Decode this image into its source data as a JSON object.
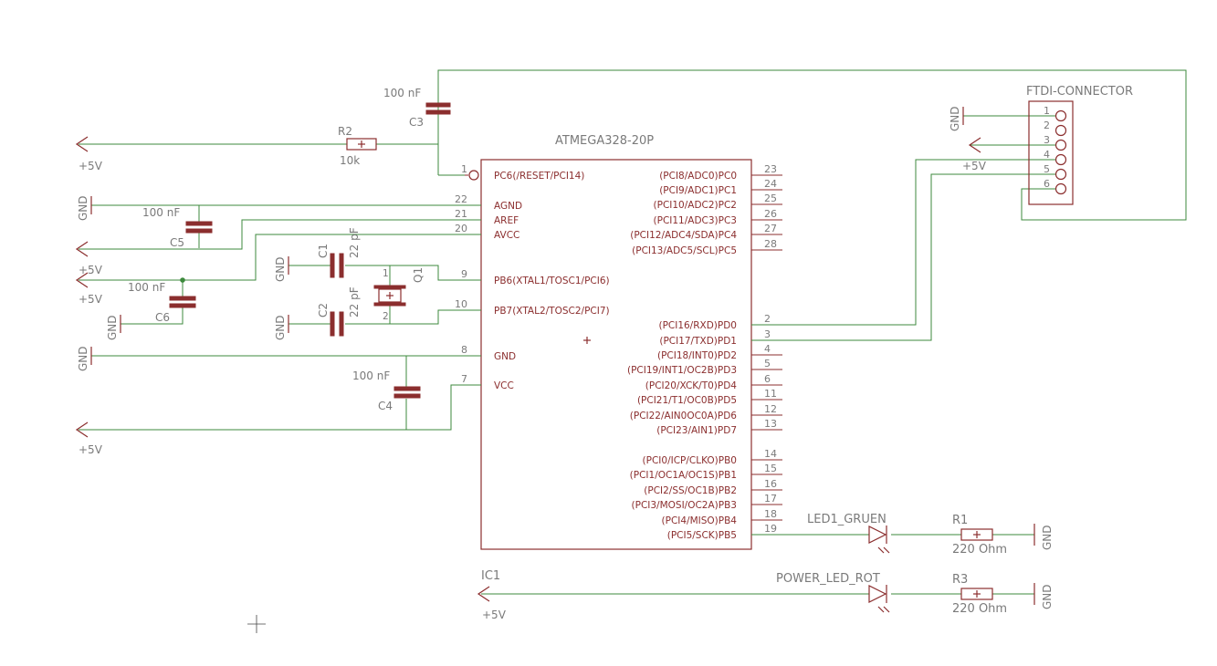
{
  "ic": {
    "part": "ATMEGA328-20P",
    "name": "IC1",
    "left_pins": [
      {
        "num": "1",
        "name": "PC6(/RESET/PCI14)"
      },
      {
        "num": "22",
        "name": "AGND"
      },
      {
        "num": "21",
        "name": "AREF"
      },
      {
        "num": "20",
        "name": "AVCC"
      },
      {
        "num": "9",
        "name": "PB6(XTAL1/TOSC1/PCI6)"
      },
      {
        "num": "10",
        "name": "PB7(XTAL2/TOSC2/PCI7)"
      },
      {
        "num": "8",
        "name": "GND"
      },
      {
        "num": "7",
        "name": "VCC"
      }
    ],
    "right_pins": [
      {
        "num": "23",
        "name": "(PCI8/ADC0)PC0"
      },
      {
        "num": "24",
        "name": "(PCI9/ADC1)PC1"
      },
      {
        "num": "25",
        "name": "(PCI10/ADC2)PC2"
      },
      {
        "num": "26",
        "name": "(PCI11/ADC3)PC3"
      },
      {
        "num": "27",
        "name": "(PCI12/ADC4/SDA)PC4"
      },
      {
        "num": "28",
        "name": "(PCI13/ADC5/SCL)PC5"
      },
      {
        "num": "2",
        "name": "(PCI16/RXD)PD0"
      },
      {
        "num": "3",
        "name": "(PCI17/TXD)PD1"
      },
      {
        "num": "4",
        "name": "(PCI18/INT0)PD2"
      },
      {
        "num": "5",
        "name": "(PCI19/INT1/OC2B)PD3"
      },
      {
        "num": "6",
        "name": "(PCI20/XCK/T0)PD4"
      },
      {
        "num": "11",
        "name": "(PCI21/T1/OC0B)PD5"
      },
      {
        "num": "12",
        "name": "(PCI22/AIN0OC0A)PD6"
      },
      {
        "num": "13",
        "name": "(PCI23/AIN1)PD7"
      },
      {
        "num": "14",
        "name": "(PCI0/ICP/CLKO)PB0"
      },
      {
        "num": "15",
        "name": "(PCI1/OC1A/OC1S)PB1"
      },
      {
        "num": "16",
        "name": "(PCI2/SS/OC1B)PB2"
      },
      {
        "num": "17",
        "name": "(PCI3/MOSI/OC2A)PB3"
      },
      {
        "num": "18",
        "name": "(PCI4/MISO)PB4"
      },
      {
        "num": "19",
        "name": "(PCI5/SCK)PB5"
      }
    ]
  },
  "components": {
    "c3": {
      "name": "C3",
      "value": "100 nF"
    },
    "r2": {
      "name": "R2",
      "value": "10k"
    },
    "c5": {
      "name": "C5",
      "value": "100 nF"
    },
    "c6": {
      "name": "C6",
      "value": "100 nF"
    },
    "c1": {
      "name": "C1",
      "value": "22 pF"
    },
    "c2": {
      "name": "C2",
      "value": "22 pF"
    },
    "q1": {
      "name": "Q1",
      "pin1": "1",
      "pin2": "2"
    },
    "c4": {
      "name": "C4",
      "value": "100 nF"
    },
    "led1": {
      "name": "LED1_GRUEN"
    },
    "led2": {
      "name": "POWER_LED_ROT"
    },
    "r1": {
      "name": "R1",
      "value": "220 Ohm"
    },
    "r3": {
      "name": "R3",
      "value": "220 Ohm"
    }
  },
  "connector": {
    "name": "FTDI-CONNECTOR",
    "pins": [
      "1",
      "2",
      "3",
      "4",
      "5",
      "6"
    ]
  },
  "power": {
    "vcc": "+5V",
    "gnd": "GND"
  }
}
